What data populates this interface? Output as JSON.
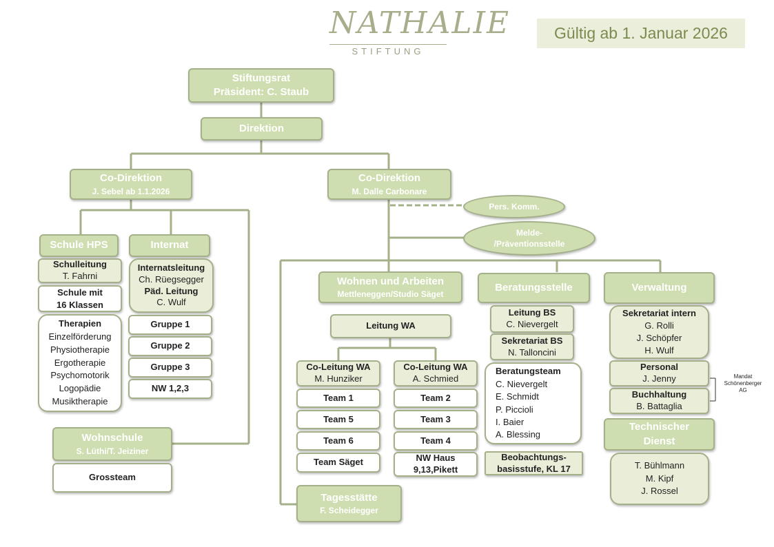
{
  "logo": {
    "name": "NATHALIE",
    "subtitle": "STIFTUNG"
  },
  "valid_from": "Gültig ab 1. Januar 2026",
  "stiftungsrat": {
    "title": "Stiftungsrat",
    "president": "Präsident: C. Staub"
  },
  "direktion": "Direktion",
  "co_direktion_left": {
    "title": "Co-Direktion",
    "person": "J. Sebel ab 1.1.2026"
  },
  "co_direktion_right": {
    "title": "Co-Direktion",
    "person": "M. Dalle Carbonare"
  },
  "pers_komm": "Pers. Komm.",
  "melde": [
    "Melde-",
    "/Präventionsstelle"
  ],
  "schule_hps": {
    "title": "Schule HPS",
    "leitung_title": "Schulleitung",
    "leitung_name": "T. Fahrni",
    "klassen": [
      "Schule mit",
      "16 Klassen"
    ],
    "therapien_title": "Therapien",
    "therapien": [
      "Einzelförderung",
      "Physiotherapie",
      "Ergotherapie",
      "Psychomotorik",
      "Logopädie",
      "Musiktherapie"
    ]
  },
  "internat": {
    "title": "Internat",
    "leitung_title": "Internatsleitung",
    "leitung_name": "Ch. Rüegsegger",
    "paed_title": "Päd. Leitung",
    "paed_name": "C. Wulf",
    "gruppen": [
      "Gruppe 1",
      "Gruppe 2",
      "Gruppe 3",
      "NW 1,2,3"
    ]
  },
  "wohnschule": {
    "title": "Wohnschule",
    "persons": "S. Lüthi/T. Jeiziner",
    "grossteam": "Grossteam"
  },
  "wohnen": {
    "title": "Wohnen und Arbeiten",
    "sub": "Mettleneggen/Studio Säget",
    "leitung": "Leitung WA",
    "co_left_title": "Co-Leitung WA",
    "co_left_name": "M. Hunziker",
    "co_right_title": "Co-Leitung WA",
    "co_right_name": "A. Schmied",
    "teams_left": [
      "Team 1",
      "Team 5",
      "Team 6",
      "Team Säget"
    ],
    "teams_right": [
      "Team 2",
      "Team 3",
      "Team 4"
    ],
    "nw_haus": [
      "NW Haus",
      "9,13,Pikett"
    ]
  },
  "tagesstaette": {
    "title": "Tagesstätte",
    "person": "F. Scheidegger"
  },
  "beratungsstelle": {
    "title": "Beratungsstelle",
    "leitung_title": "Leitung BS",
    "leitung_name": "C. Nievergelt",
    "sekretariat_title": "Sekretariat BS",
    "sekretariat_name": "N. Talloncini",
    "team_title": "Beratungsteam",
    "team": [
      "C. Nievergelt",
      "E. Schmidt",
      "P. Piccioli",
      "I. Baier",
      "A. Blessing"
    ],
    "beobachtung": [
      "Beobachtungs-",
      "basisstufe, KL 17"
    ]
  },
  "verwaltung": {
    "title": "Verwaltung",
    "sekretariat_title": "Sekretariat intern",
    "sekretariat": [
      "G. Rolli",
      "J. Schöpfer",
      "H. Wulf"
    ],
    "personal_title": "Personal",
    "personal_name": "J. Jenny",
    "buchhaltung_title": "Buchhaltung",
    "buchhaltung_name": "B. Battaglia",
    "mandat": [
      "Mandat",
      "Schönenberger",
      "AG"
    ]
  },
  "technischer_dienst": {
    "title": [
      "Technischer",
      "Dienst"
    ],
    "persons": [
      "T. Bühlmann",
      "M. Kipf",
      "J. Rossel"
    ]
  },
  "colors": {
    "accent_fill": "#cfdeb0",
    "border": "#a4b08a",
    "light_fill": "#eaeed9",
    "logo": "#a8ad8b"
  }
}
